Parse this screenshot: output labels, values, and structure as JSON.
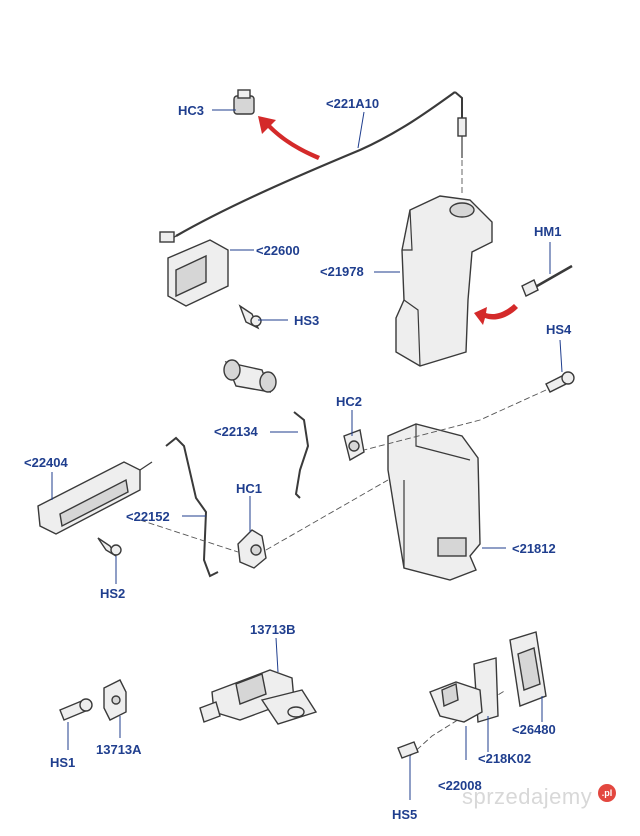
{
  "diagram": {
    "labels": {
      "hc3": "HC3",
      "p221a10": "<221A10",
      "p22600": "<22600",
      "hm1": "HM1",
      "p21978": "<21978",
      "hs3": "HS3",
      "hs4": "HS4",
      "hc2": "HC2",
      "p22134": "<22134",
      "p22404": "<22404",
      "hc1": "HC1",
      "p22152": "<22152",
      "p21812": "<21812",
      "hs2": "HS2",
      "p13713b": "13713B",
      "hs1": "HS1",
      "p13713a": "13713A",
      "p26480": "<26480",
      "p218k02": "<218K02",
      "p22008": "<22008",
      "hs5": "HS5"
    },
    "watermark": {
      "text": "sprzedajemy",
      "badge": ".pl"
    },
    "colors": {
      "label": "#1f3e8e",
      "arrow": "#d42a2a",
      "part_outline": "#3a3a3a",
      "part_fill": "#eeeeee"
    }
  }
}
